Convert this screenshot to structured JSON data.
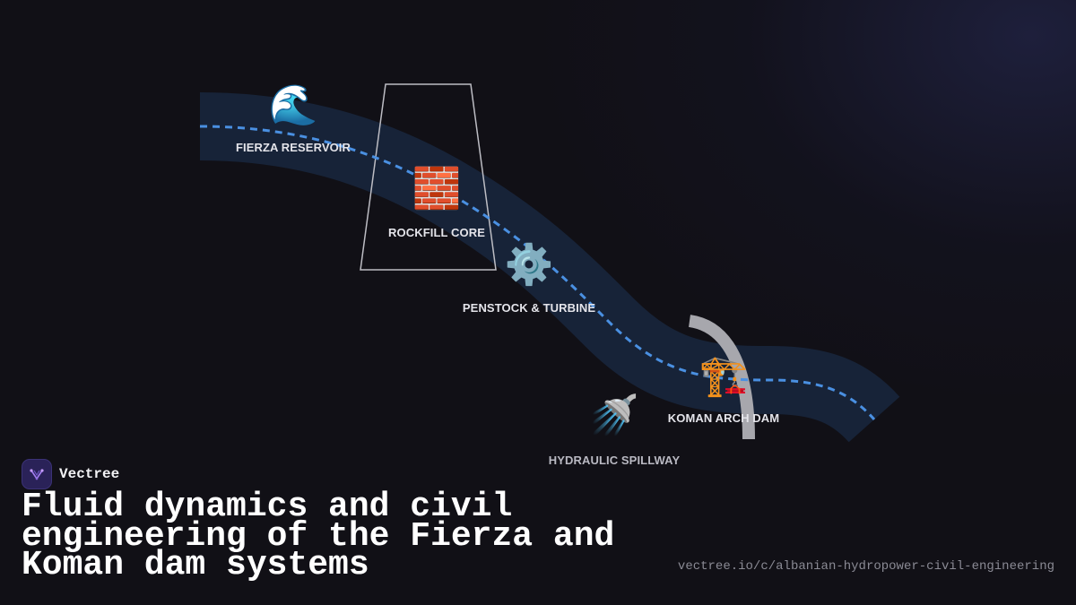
{
  "diagram": {
    "nodes": [
      {
        "id": "reservoir",
        "label": "FIERZA RESERVOIR",
        "icon": "wave-icon",
        "glyph": "🌊"
      },
      {
        "id": "core",
        "label": "ROCKFILL CORE",
        "icon": "brick-icon",
        "glyph": "🧱"
      },
      {
        "id": "penstock",
        "label": "PENSTOCK & TURBINE",
        "icon": "gear-icon",
        "glyph": "⚙️"
      },
      {
        "id": "spillway",
        "label": "HYDRAULIC SPILLWAY",
        "icon": "shower-icon",
        "glyph": "🚿"
      },
      {
        "id": "arch",
        "label": "KOMAN ARCH DAM",
        "icon": "crane-icon",
        "glyph": "🏗️"
      }
    ],
    "colors": {
      "river": "#172338",
      "flow_line": "#4a90e2",
      "dam_outline": "#bdbdc4",
      "arch": "#a7a7ad"
    }
  },
  "footer": {
    "brand": "Vectree",
    "title": "Fluid dynamics and civil engineering of the Fierza and Koman dam systems",
    "url": "vectree.io/c/albanian-hydropower-civil-engineering"
  }
}
